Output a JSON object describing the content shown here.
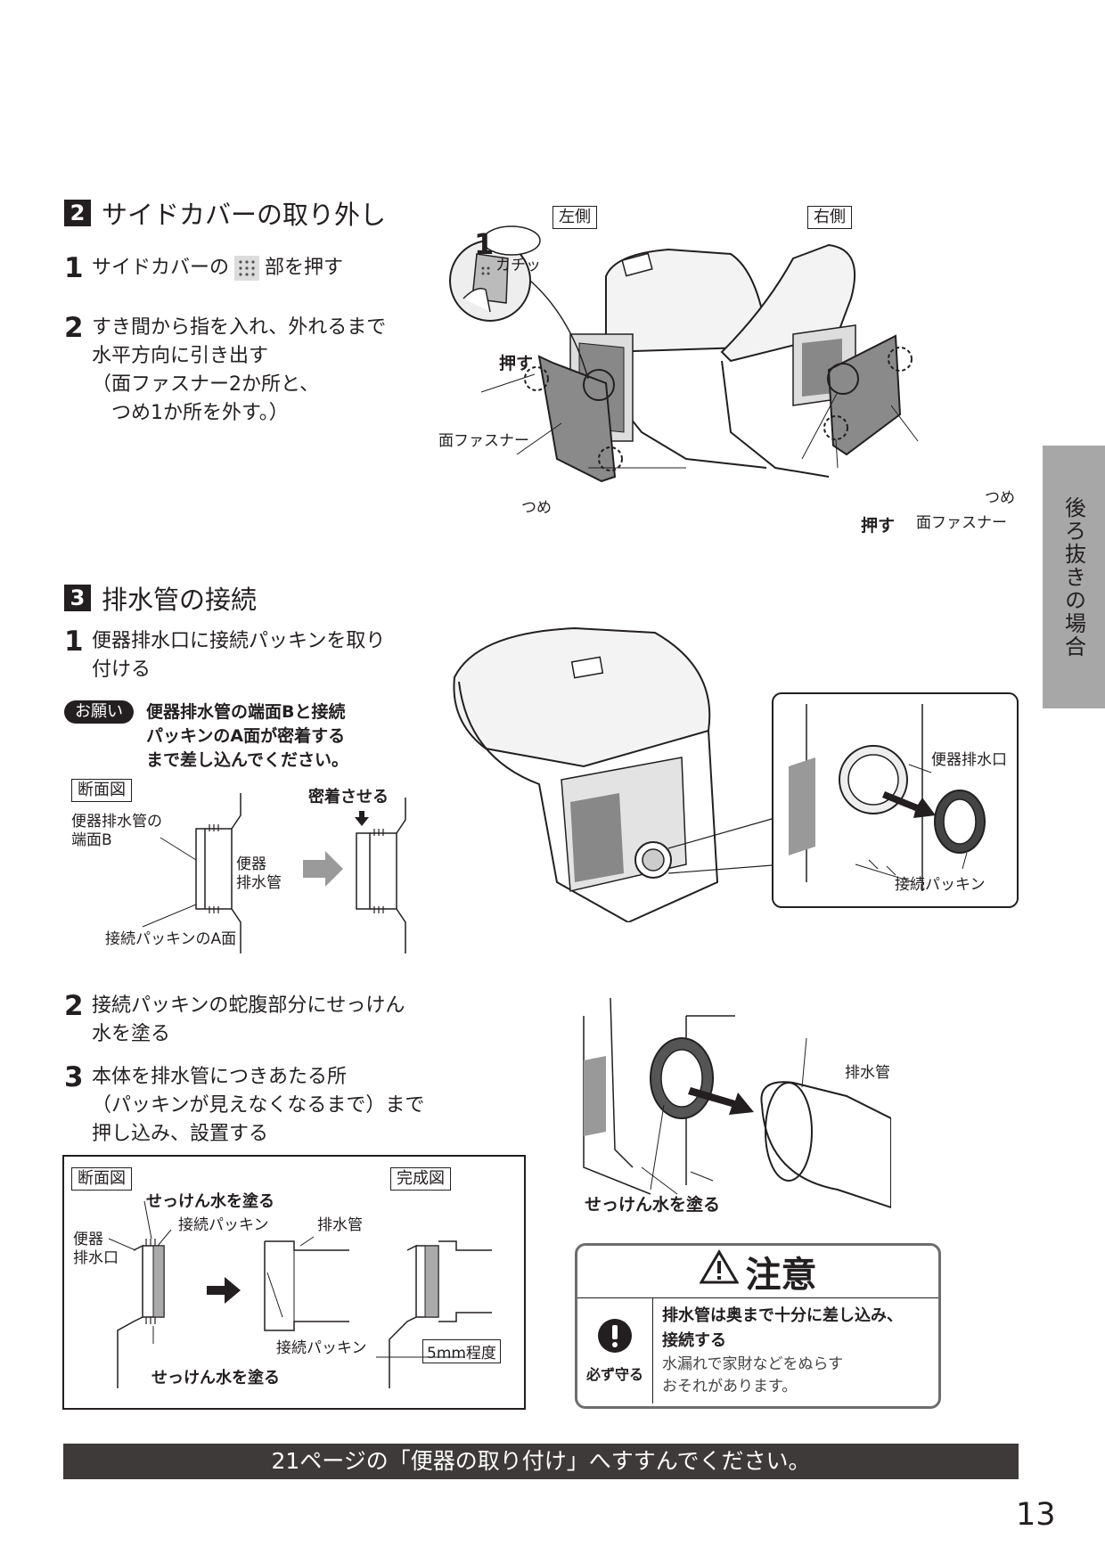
{
  "section2": {
    "number": "2",
    "title": "サイドカバーの取り外し",
    "steps": [
      {
        "num": "1",
        "text_before": "サイドカバーの",
        "text_after": "部を押す"
      },
      {
        "num": "2",
        "text": "すき間から指を入れ、外れるまで\n水平方向に引き出す\n（面ファスナー2か所と、\n　つめ1か所を外す。）"
      }
    ],
    "figure": {
      "left_label": "左側",
      "right_label": "右側",
      "step_marker": "1",
      "click_label": "カチッ",
      "push_label": "押す",
      "fastener_left": "面ファスナー",
      "claw_left": "つめ",
      "claw_right": "つめ",
      "push_right": "押す",
      "fastener_right": "面ファスナー"
    }
  },
  "section3": {
    "number": "3",
    "title": "排水管の接続",
    "step1": {
      "num": "1",
      "text": "便器排水口に接続パッキンを取り\n付ける"
    },
    "request": {
      "badge": "お願い",
      "text": "便器排水管の端面Bと接続\nパッキンのA面が密着する\nまで差し込んでください。"
    },
    "cross_section1": {
      "label": "断面図",
      "pipe_end_b": "便器排水管の\n端面B",
      "toilet_drain_pipe": "便器\n排水管",
      "packing_face_a": "接続パッキンのA面",
      "tight_fit": "密着させる"
    },
    "figure_right": {
      "drain_outlet": "便器排水口",
      "packing": "接続パッキン"
    },
    "step2": {
      "num": "2",
      "text": "接続パッキンの蛇腹部分にせっけん\n水を塗る"
    },
    "step3": {
      "num": "3",
      "text": "本体を排水管につきあたる所\n（パッキンが見えなくなるまで）まで\n押し込み、設置する"
    },
    "soap_figure": {
      "drain_pipe": "排水管",
      "apply_soap": "せっけん水を塗る"
    },
    "cross_section2": {
      "label": "断面図",
      "complete_label": "完成図",
      "apply_soap_top": "せっけん水を塗る",
      "packing": "接続パッキン",
      "drain_pipe": "排水管",
      "toilet_outlet": "便器\n排水口",
      "packing_bottom": "接続パッキン",
      "apply_soap_bottom": "せっけん水を塗る",
      "gap": "5mm程度"
    },
    "caution": {
      "title": "注意",
      "must_label": "必ず守る",
      "main": "排水管は奥まで十分に差し込み、\n接続する",
      "sub": "水漏れで家財などをぬらす\nおそれがあります。"
    }
  },
  "side_tab": "後ろ抜きの場合",
  "footer": "21ページの「便器の取り付け」へすすんでください。",
  "page_number": "13"
}
